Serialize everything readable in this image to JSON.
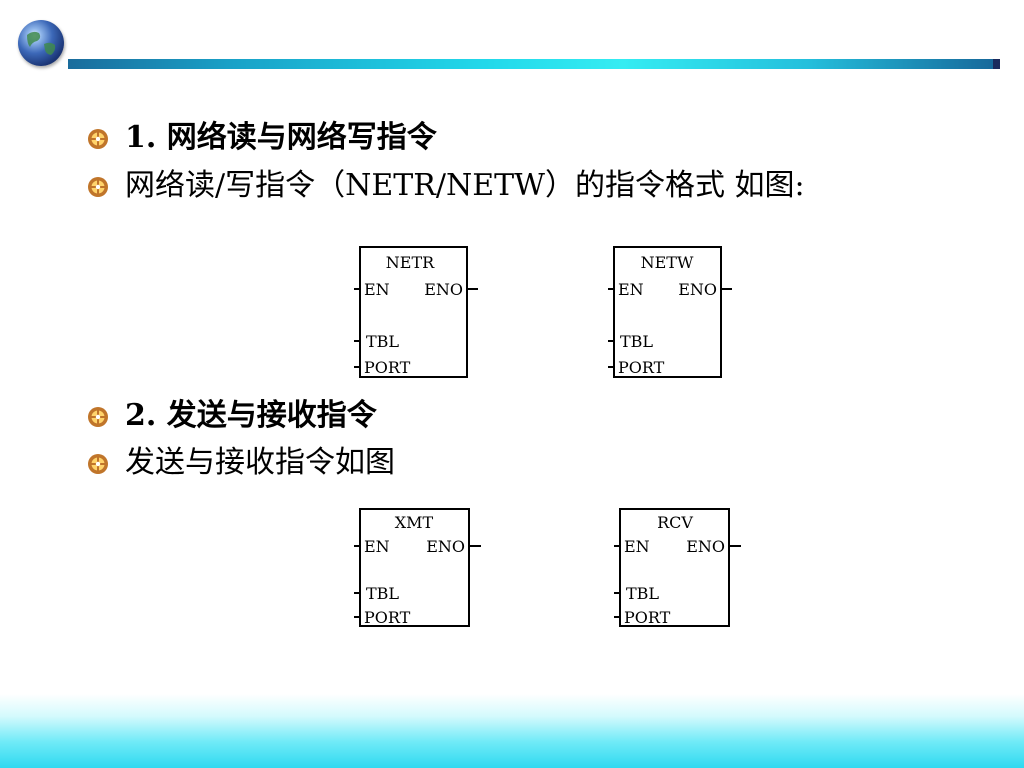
{
  "sections": [
    {
      "bullet": "1. 网络读与网络写指令",
      "bold": true
    },
    {
      "bullet": "网络读/写指令（NETR/NETW）的指令格式 如图:",
      "bold": false
    },
    {
      "bullet": "2. 发送与接收指令",
      "bold": true
    },
    {
      "bullet": "发送与接收指令如图",
      "bold": false
    }
  ],
  "blocks": [
    {
      "name": "NETR",
      "en": "EN",
      "eno": "ENO",
      "tbl": "TBL",
      "port": "PORT"
    },
    {
      "name": "NETW",
      "en": "EN",
      "eno": "ENO",
      "tbl": "TBL",
      "port": "PORT"
    },
    {
      "name": "XMT",
      "en": "EN",
      "eno": "ENO",
      "tbl": "TBL",
      "port": "PORT"
    },
    {
      "name": "RCV",
      "en": "EN",
      "eno": "ENO",
      "tbl": "TBL",
      "port": "PORT"
    }
  ],
  "colors": {
    "bullet_outer": "#c0752a",
    "bullet_inner": "#ffd36b",
    "accent": "#22d8ea"
  }
}
